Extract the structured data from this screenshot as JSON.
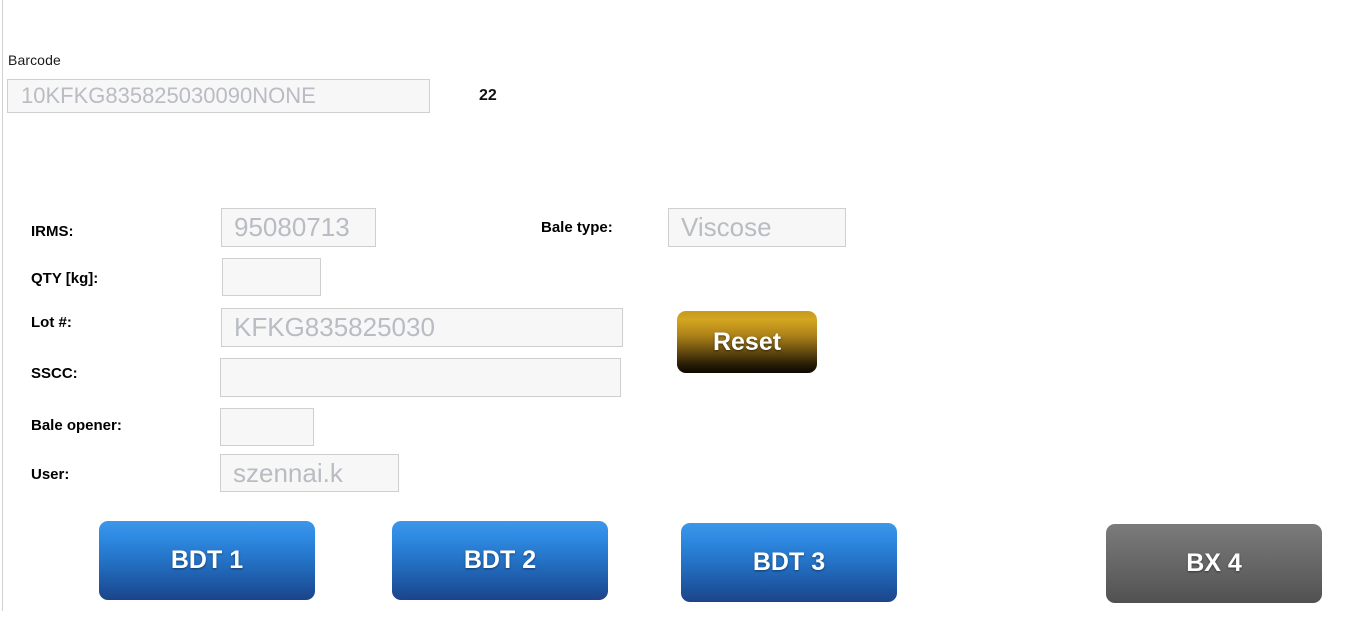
{
  "barcode": {
    "label": "Barcode",
    "value": "10KFKG835825030090NONE",
    "placeholder": "10KFKG835825030090NONE",
    "count": "22"
  },
  "fields": {
    "irms": {
      "label": "IRMS:",
      "value": "95080713",
      "placeholder": "95080713"
    },
    "qty": {
      "label": "QTY [kg]:",
      "value": "",
      "placeholder": ""
    },
    "lot": {
      "label": "Lot #:",
      "value": "KFKG835825030",
      "placeholder": "KFKG835825030"
    },
    "sscc": {
      "label": "SSCC:",
      "value": "",
      "placeholder": ""
    },
    "bale_opener": {
      "label": "Bale opener:",
      "value": "",
      "placeholder": ""
    },
    "user": {
      "label": "User:",
      "value": "szennai.k",
      "placeholder": "szennai.k"
    },
    "bale_type": {
      "label": "Bale type:",
      "value": "Viscose",
      "placeholder": "Viscose"
    }
  },
  "buttons": {
    "reset": "Reset",
    "bdt1": "BDT 1",
    "bdt2": "BDT 2",
    "bdt3": "BDT 3",
    "bx4": "BX 4"
  },
  "colors": {
    "blue_top": "#3d96e8",
    "blue_bottom": "#1b4489",
    "gold_top": "#d3a521",
    "gold_bottom": "#0b0802",
    "gray_top": "#7b7b7b",
    "gray_bottom": "#505050",
    "field_bg": "#f7f7f7",
    "field_border": "#cfcfcf",
    "placeholder_text": "#b9bcc2"
  }
}
